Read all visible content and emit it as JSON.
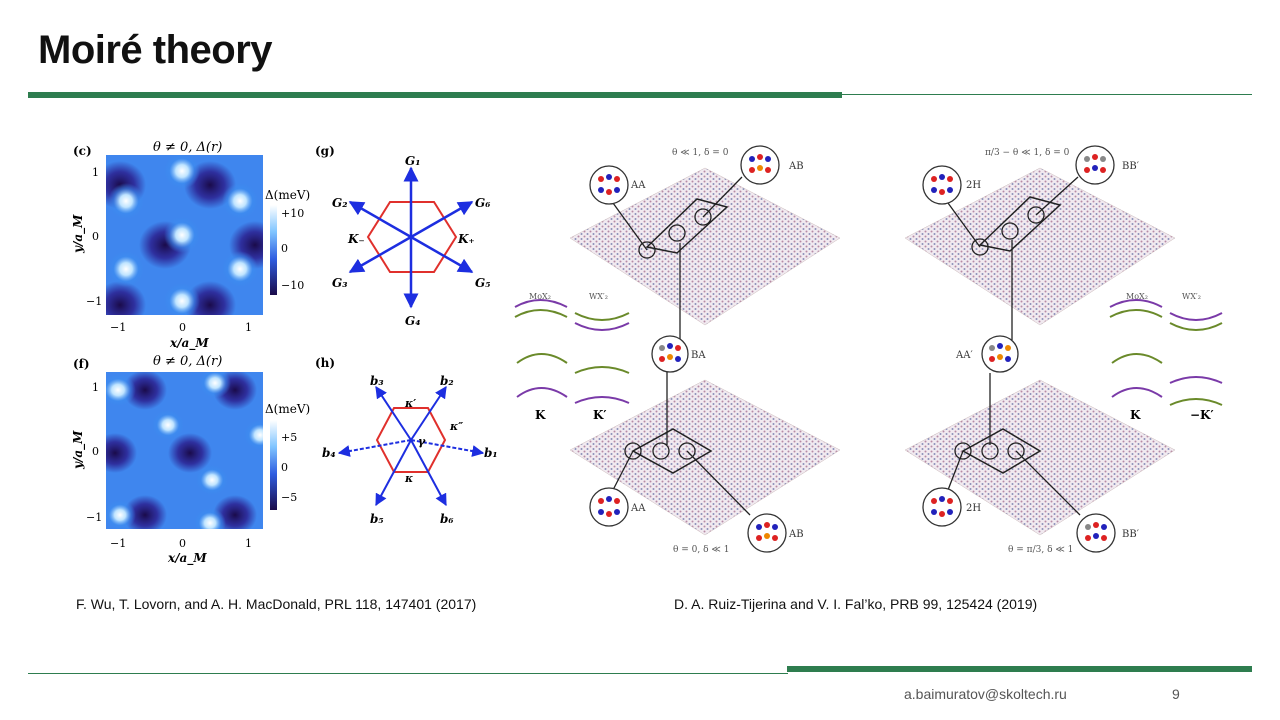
{
  "slide": {
    "title": "Moiré theory",
    "ref_left": "F. Wu, T. Lovorn, and A. H. MacDonald, PRL 118, 147401 (2017)",
    "ref_right": "D. A. Ruiz-Tijerina and V. I. Fal’ko, PRB 99, 125424 (2019)",
    "email": "a.baimuratov@skoltech.ru",
    "page": "9"
  },
  "colors": {
    "accent": "#2e7d4f",
    "arrow_blue": "#1d2ee0",
    "hex_red": "#e0302c"
  },
  "fig_c": {
    "panel": "(c)",
    "title": "θ ≠ 0,  Δ(r)",
    "cbar_label": "Δ(meV)",
    "cbar_ticks": [
      "+10",
      "0",
      "−10"
    ],
    "yticks": [
      "1",
      "0",
      "−1"
    ],
    "xticks": [
      "−1",
      "0",
      "1"
    ],
    "xlabel": "x/a_M",
    "ylabel": "y/a_M"
  },
  "fig_f": {
    "panel": "(f)",
    "title": "θ ≠ 0,  Δ(r)",
    "cbar_label": "Δ(meV)",
    "cbar_ticks": [
      "+5",
      "0",
      "−5"
    ],
    "yticks": [
      "1",
      "0",
      "−1"
    ],
    "xticks": [
      "−1",
      "0",
      "1"
    ],
    "xlabel": "x/a_M",
    "ylabel": "y/a_M"
  },
  "fig_g": {
    "panel": "(g)",
    "labels": {
      "G1": "G₁",
      "G2": "G₂",
      "G3": "G₃",
      "G4": "G₄",
      "G5": "G₅",
      "G6": "G₆",
      "Km": "K₋",
      "Kp": "K₊"
    }
  },
  "fig_h": {
    "panel": "(h)",
    "labels": {
      "b1": "b₁",
      "b2": "b₂",
      "b3": "b₃",
      "b4": "b₄",
      "b5": "b₅",
      "b6": "b₆",
      "k1": "κ′",
      "k2": "κ″",
      "k": "κ",
      "g": "γ"
    }
  },
  "fig_mid": {
    "cond_top": "θ ≪ 1, δ = 0",
    "cond_bot": "θ = 0, δ ≪ 1",
    "site_AA": "AA",
    "site_AB": "AB",
    "site_BA": "BA",
    "layer1": "MoX₂",
    "layer2": "WX′₂",
    "valley1": "K",
    "valley2": "K′"
  },
  "fig_right": {
    "cond_top": "π/3 − θ ≪ 1, δ = 0",
    "cond_bot": "θ = π/3, δ ≪ 1",
    "site_2H": "2H",
    "site_BBp": "BB′",
    "site_AAp": "AA′",
    "layer1": "MoX₂",
    "layer2": "WX′₂",
    "valley1": "K",
    "valley2": "−K′"
  }
}
